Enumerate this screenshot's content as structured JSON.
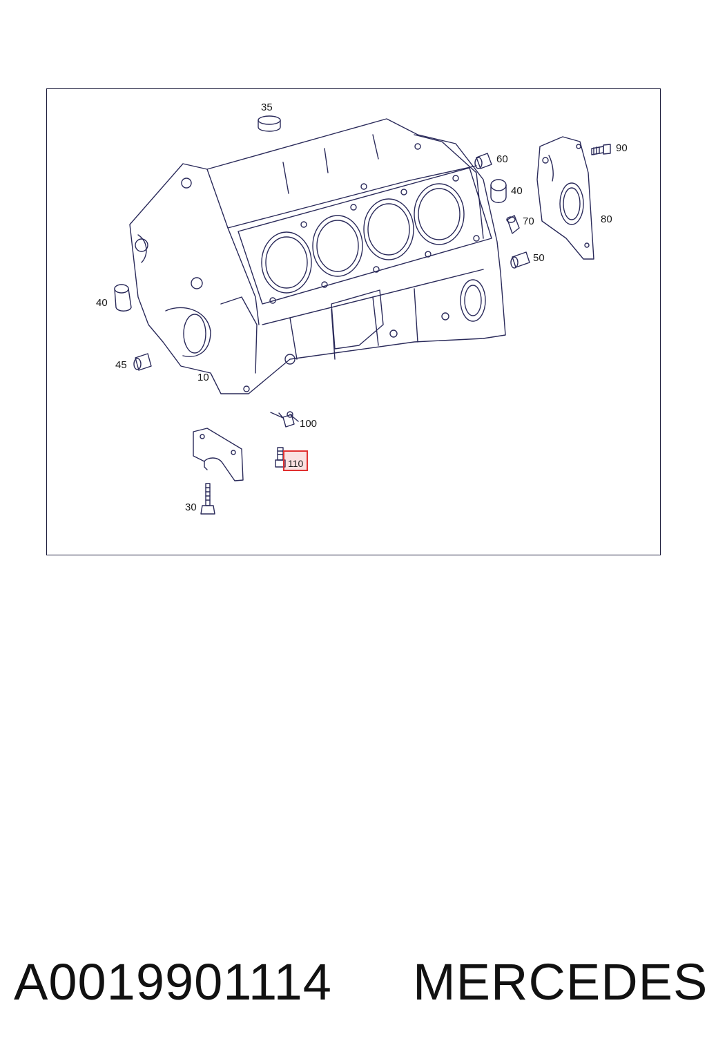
{
  "diagram": {
    "callouts": [
      {
        "id": "c35",
        "label": "35"
      },
      {
        "id": "c90",
        "label": "90"
      },
      {
        "id": "c60",
        "label": "60"
      },
      {
        "id": "c40r",
        "label": "40"
      },
      {
        "id": "c70",
        "label": "70"
      },
      {
        "id": "c80",
        "label": "80"
      },
      {
        "id": "c50",
        "label": "50"
      },
      {
        "id": "c40l",
        "label": "40"
      },
      {
        "id": "c45",
        "label": "45"
      },
      {
        "id": "c10",
        "label": "10"
      },
      {
        "id": "c100",
        "label": "100"
      },
      {
        "id": "c110",
        "label": "110"
      },
      {
        "id": "c30",
        "label": "30"
      }
    ],
    "highlighted_label": "110",
    "colors": {
      "line": "#2a2a5a",
      "highlight": "#e03030"
    }
  },
  "footer": {
    "part_number": "A0019901114",
    "brand": "MERCEDES"
  }
}
